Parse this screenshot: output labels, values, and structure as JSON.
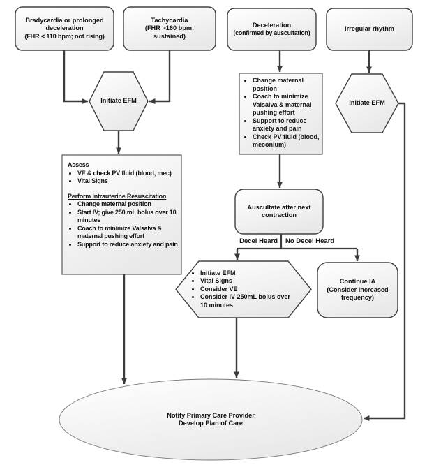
{
  "style": {
    "border_color": "#404040",
    "arrow_color": "#3c3c3c",
    "fill_top": "#ffffff",
    "fill_bottom": "#e9e9e9",
    "text_color": "#111111",
    "background": "#ffffff"
  },
  "nodes": {
    "bradycardia": {
      "line1": "Bradycardia or prolonged deceleration",
      "line2": "(FHR < 110 bpm; not rising)"
    },
    "tachycardia": {
      "line1": "Tachycardia",
      "line2": "(FHR >160 bpm; sustained)"
    },
    "deceleration": {
      "line1": "Deceleration",
      "line2": "(confirmed by auscultation)"
    },
    "irregular_rhythm": {
      "line1": "Irregular rhythm"
    },
    "initiate_efm_left": {
      "label": "Initiate EFM"
    },
    "initiate_efm_right": {
      "label": "Initiate EFM"
    },
    "decel_actions": {
      "bullets": [
        "Change maternal position",
        "Coach to minimize Valsalva & maternal pushing effort",
        "Support to reduce anxiety and pain",
        "Check PV fluid (blood, meconium)"
      ]
    },
    "assess": {
      "heading1": "Assess",
      "bullets1": [
        "VE & check PV fluid (blood, mec)",
        "Vital Signs"
      ],
      "heading2": "Perform Intrauterine Resuscitation",
      "bullets2": [
        "Change maternal position",
        "Start IV; give 250 mL bolus over 10 minutes",
        "Coach to minimize Valsalva & maternal pushing effort",
        "Support to reduce anxiety and pain"
      ]
    },
    "auscultate": {
      "label": "Auscultate after next contraction"
    },
    "branch_labels": {
      "left": "Decel Heard",
      "right": "No Decel Heard"
    },
    "efm_actions": {
      "bullets": [
        "Initiate EFM",
        "Vital Signs",
        "Consider VE",
        "Consider IV 250mL bolus over 10 minutes"
      ]
    },
    "continue_ia": {
      "line1": "Continue IA",
      "line2": "(Consider increased frequency)"
    },
    "notify": {
      "line1": "Notify Primary Care Provider",
      "line2": "Develop Plan of Care"
    }
  }
}
